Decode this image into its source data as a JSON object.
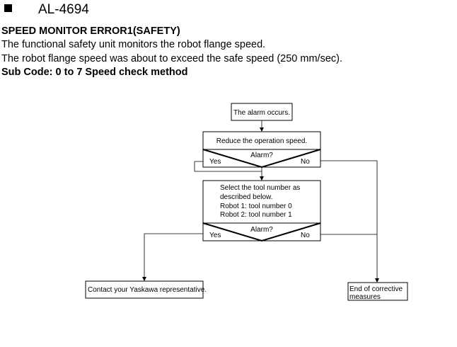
{
  "header": {
    "alarm_code": "AL-4694",
    "error_title": "SPEED MONITOR ERROR1(SAFETY)",
    "description": [
      "The functional safety unit monitors the robot flange speed.",
      "The robot flange speed was about to exceed the safe speed (250 mm/sec)."
    ],
    "sub_code": "Sub Code: 0 to 7 Speed check method"
  },
  "flowchart": {
    "start": "The alarm occurs.",
    "step1": "Reduce the operation speed.",
    "decision1": {
      "question": "Alarm?",
      "yes": "Yes",
      "no": "No"
    },
    "step2": [
      "Select the tool number as",
      "described below.",
      "Robot 1: tool number 0",
      "Robot 2: tool number 1"
    ],
    "decision2": {
      "question": "Alarm?",
      "yes": "Yes",
      "no": "No"
    },
    "contact": "Contact your Yaskawa representative.",
    "end": [
      "End of corrective",
      "measures"
    ]
  }
}
